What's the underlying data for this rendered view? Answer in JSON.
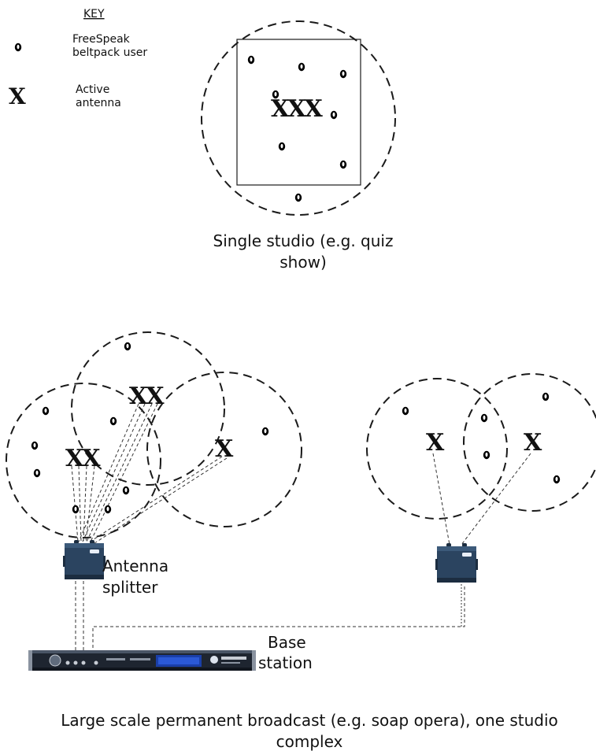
{
  "key": {
    "title": "KEY",
    "user_label_line1": "FreeSpeak",
    "user_label_line2": "beltpack user",
    "antenna_symbol": "X",
    "antenna_label_line1": "Active",
    "antenna_label_line2": "antenna"
  },
  "single_studio": {
    "antenna_group": "XXX",
    "caption_line1": "Single studio (e.g. quiz",
    "caption_line2": "show)"
  },
  "large_scale": {
    "antenna_top": "XX",
    "antenna_left": "XX",
    "antenna_mid": "X",
    "antenna_right_a": "X",
    "antenna_right_b": "X",
    "splitter_label_line1": "Antenna",
    "splitter_label_line2": "splitter",
    "base_label_line1": "Base",
    "base_label_line2": "station",
    "caption_line1": "Large scale permanent broadcast (e.g. soap opera), one studio",
    "caption_line2": "complex"
  },
  "colors": {
    "device_body": "#2b4460",
    "device_dark": "#1c2d40",
    "rack_body": "#1e2530",
    "display_blue": "#1a3fa8",
    "line": "#1a1a1a"
  },
  "icons": {
    "user": "beltpack-user-icon",
    "antenna": "antenna-x-icon",
    "splitter": "antenna-splitter-icon",
    "base": "base-station-icon"
  }
}
